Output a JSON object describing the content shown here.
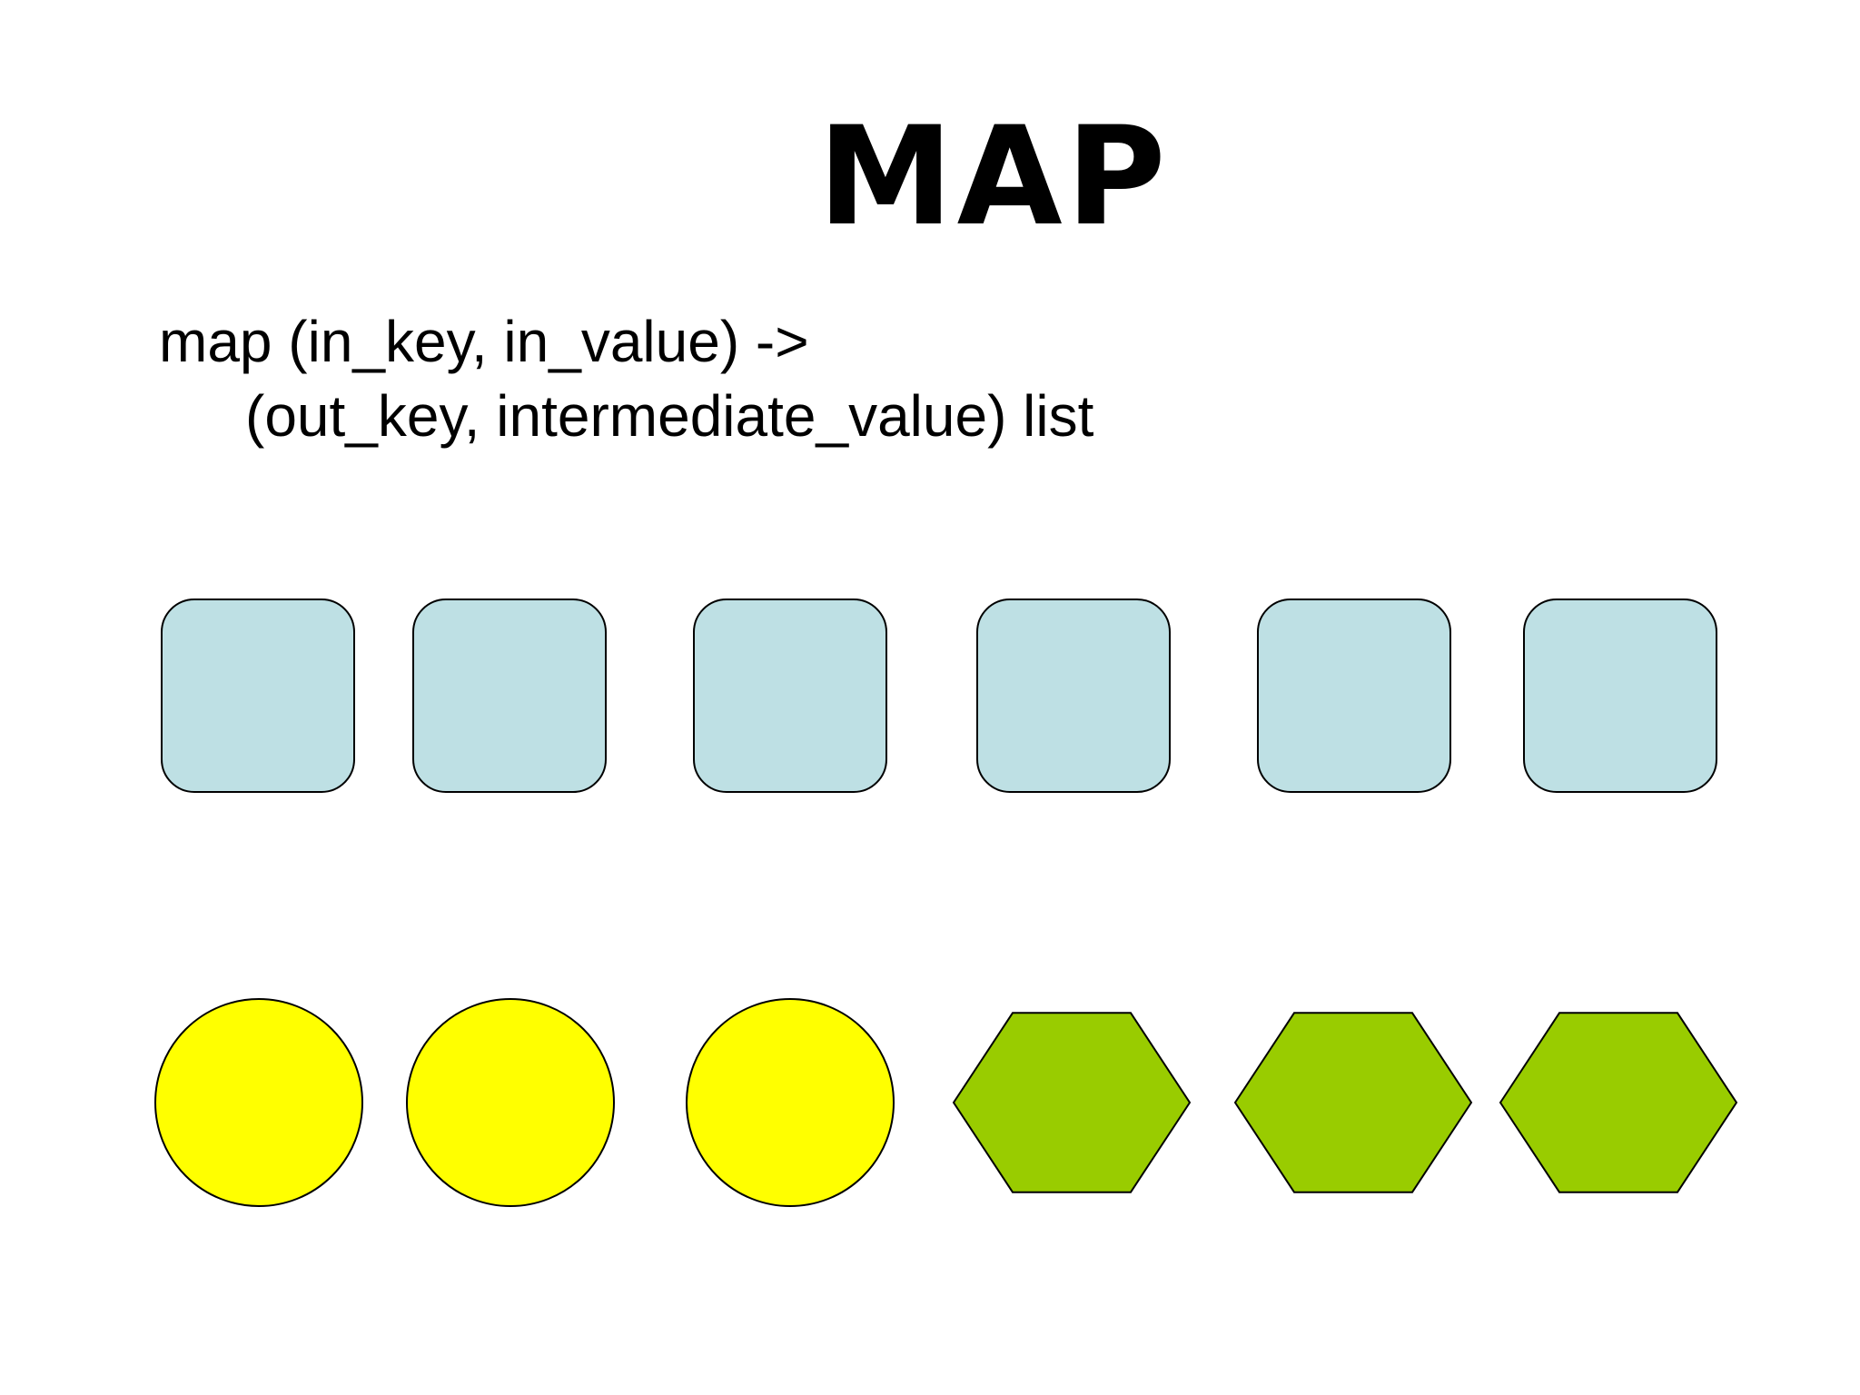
{
  "slide": {
    "title": "MAP",
    "signature": {
      "line1": "map (in_key, in_value) ->",
      "line2": "(out_key, intermediate_value) list"
    }
  },
  "diagram": {
    "input_records": {
      "count": 6,
      "shape": "rounded-square",
      "fill": "#bee0e4",
      "stroke": "#000000"
    },
    "intermediate_records": [
      {
        "shape": "circle",
        "fill": "#ffff00",
        "stroke": "#000000"
      },
      {
        "shape": "circle",
        "fill": "#ffff00",
        "stroke": "#000000"
      },
      {
        "shape": "circle",
        "fill": "#ffff00",
        "stroke": "#000000"
      },
      {
        "shape": "hexagon",
        "fill": "#99cc00",
        "stroke": "#000000"
      },
      {
        "shape": "hexagon",
        "fill": "#99cc00",
        "stroke": "#000000"
      },
      {
        "shape": "hexagon",
        "fill": "#99cc00",
        "stroke": "#000000"
      }
    ]
  }
}
